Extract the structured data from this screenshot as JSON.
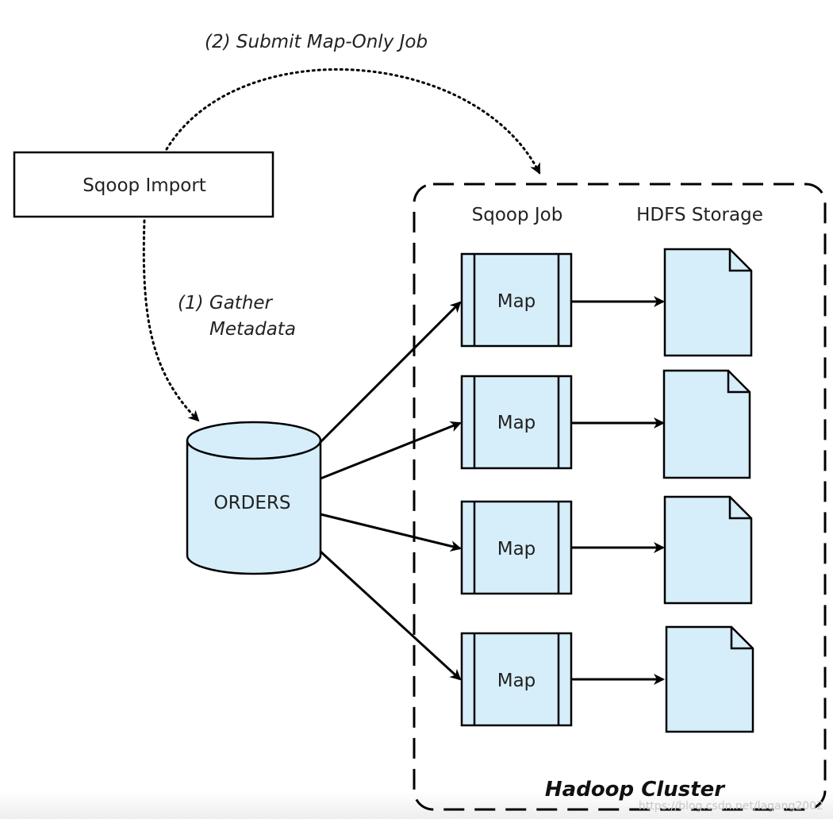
{
  "steps": {
    "submit_job": "(2) Submit Map-Only Job",
    "gather_metadata_line1": "(1) Gather",
    "gather_metadata_line2": "Metadata"
  },
  "nodes": {
    "sqoop_import": "Sqoop Import",
    "orders": "ORDERS",
    "cluster_title": "Hadoop Cluster"
  },
  "columns": {
    "sqoop_job": "Sqoop Job",
    "hdfs_storage": "HDFS Storage"
  },
  "maps": [
    {
      "label": "Map"
    },
    {
      "label": "Map"
    },
    {
      "label": "Map"
    },
    {
      "label": "Map"
    }
  ],
  "watermark": "https://blog.csdn.net/lagang2002",
  "colors": {
    "fill": "#d6eefa",
    "stroke": "#000000"
  }
}
